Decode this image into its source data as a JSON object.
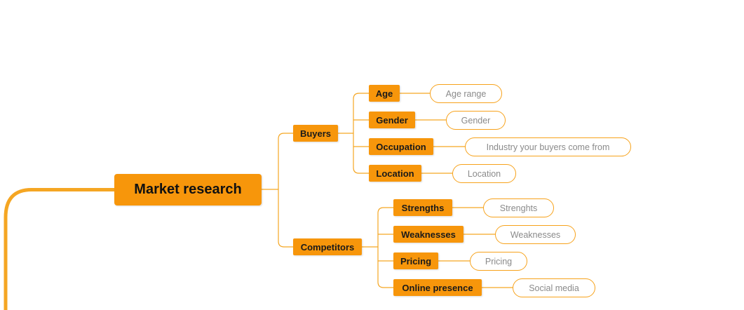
{
  "colors": {
    "accent": "#f7960b",
    "line": "#f5a623",
    "leaf_text": "#8a8a8a"
  },
  "root": {
    "label": "Market research"
  },
  "branches": [
    {
      "label": "Buyers",
      "children": [
        {
          "label": "Age",
          "detail": "Age range"
        },
        {
          "label": "Gender",
          "detail": "Gender"
        },
        {
          "label": "Occupation",
          "detail": "Industry your buyers come from"
        },
        {
          "label": "Location",
          "detail": "Location"
        }
      ]
    },
    {
      "label": "Competitors",
      "children": [
        {
          "label": "Strengths",
          "detail": "Strenghts"
        },
        {
          "label": "Weaknesses",
          "detail": "Weaknesses"
        },
        {
          "label": "Pricing",
          "detail": "Pricing"
        },
        {
          "label": "Online presence",
          "detail": "Social media"
        }
      ]
    }
  ]
}
